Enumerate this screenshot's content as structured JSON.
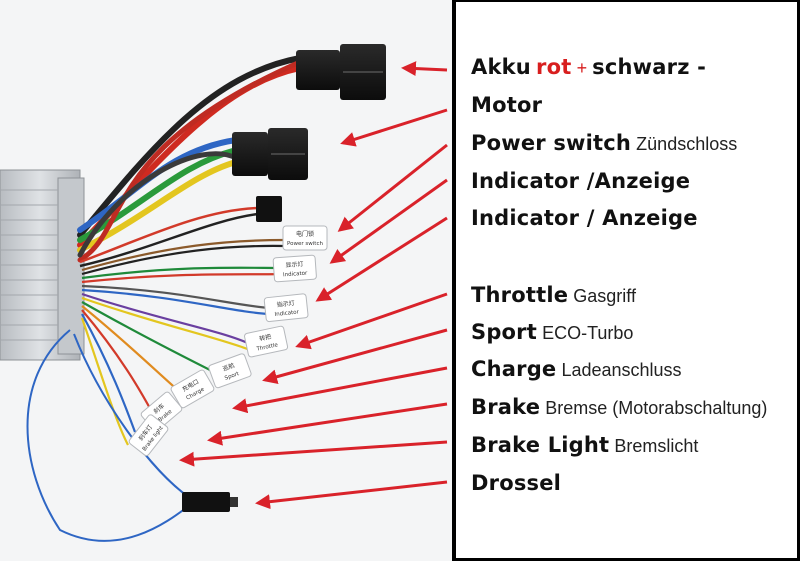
{
  "labels": {
    "akku_word": "Akku",
    "akku_rot": "rot",
    "akku_plus": "+",
    "akku_schwarz": "schwarz -",
    "motor": "Motor",
    "power_switch": "Power switch",
    "power_switch_de": "Zündschloss",
    "indicator1": "Indicator /Anzeige",
    "indicator2": "Indicator / Anzeige",
    "throttle": "Throttle",
    "throttle_de": "Gasgriff",
    "sport": "Sport",
    "sport_de": "ECO-Turbo",
    "charge": "Charge",
    "charge_de": "Ladeanschluss",
    "brake": "Brake",
    "brake_de": "Bremse (Motorabschaltung)",
    "brake_light": "Brake Light",
    "brake_light_de": "Bremslicht",
    "drossel": "Drossel"
  },
  "connector_tags": {
    "power_switch_cn": "电门锁",
    "power_switch_en": "Power switch",
    "indicator_a_cn": "显示灯",
    "indicator_a_en": "Indicator",
    "indicator_b_cn": "指示灯",
    "indicator_b_en": "Indicator",
    "throttle_cn": "转把",
    "throttle_en": "Throttle",
    "sport_cn": "巡航",
    "sport_en": "Sport",
    "charge_cn": "充电口",
    "charge_en": "Charge",
    "brake_cn": "刹车",
    "brake_en": "Brake",
    "brake_light_cn": "刹车灯",
    "brake_light_en": "Brake light"
  },
  "colors": {
    "arrow": "#d9222a",
    "accent_red": "#d81e1e",
    "frame": "#000000",
    "controller_body": "#c9ccd0"
  }
}
